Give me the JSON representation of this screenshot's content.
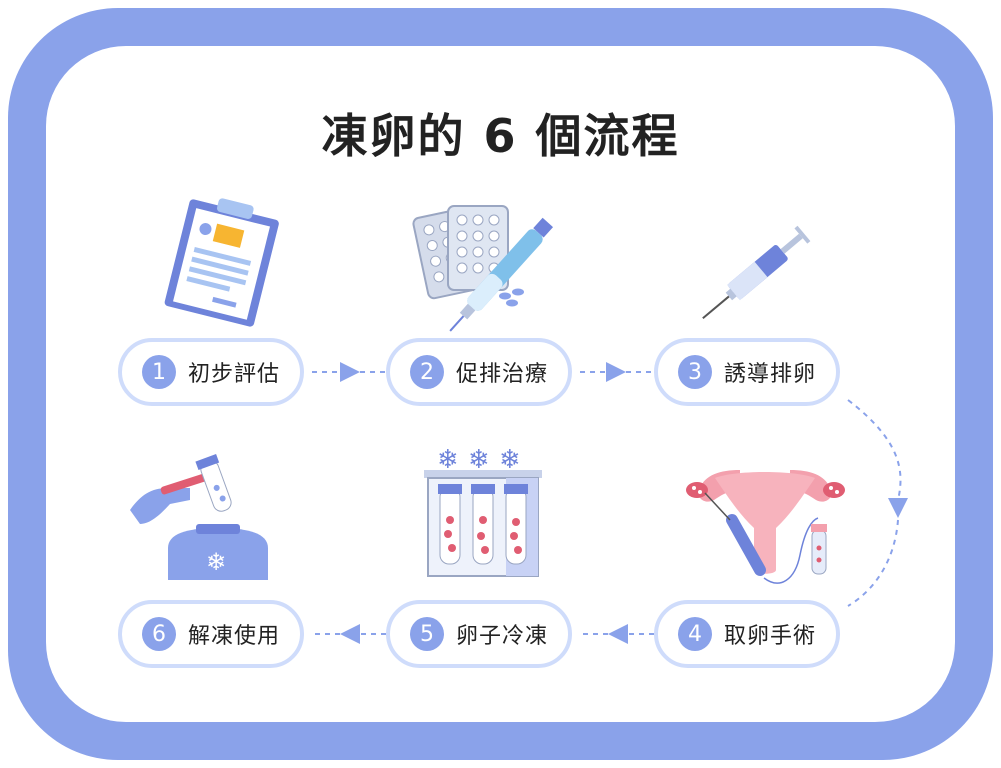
{
  "title": "凍卵的 6 個流程",
  "steps": [
    {
      "num": "1",
      "label": "初步評估",
      "icon": "clipboard-icon"
    },
    {
      "num": "2",
      "label": "促排治療",
      "icon": "pills-and-injection-pen-icon"
    },
    {
      "num": "3",
      "label": "誘導排卵",
      "icon": "syringe-icon"
    },
    {
      "num": "4",
      "label": "取卵手術",
      "icon": "uterus-egg-retrieval-icon"
    },
    {
      "num": "5",
      "label": "卵子冷凍",
      "icon": "frozen-tubes-rack-icon"
    },
    {
      "num": "6",
      "label": "解凍使用",
      "icon": "thaw-tube-hand-icon"
    }
  ],
  "colors": {
    "frame": "#8aa2ea",
    "pill_border": "#cfdcfb",
    "accent_blue": "#7b90e6",
    "arrow": "#8aa2ea",
    "text": "#222222",
    "pink": "#f3a0ad",
    "orange": "#f7b531"
  }
}
